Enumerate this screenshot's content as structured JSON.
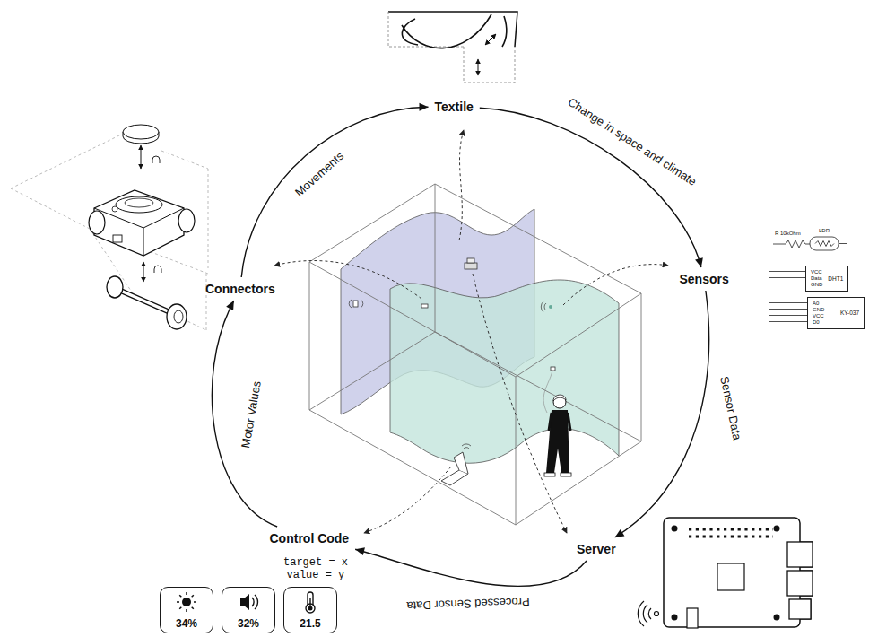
{
  "diagram": {
    "nodes": [
      {
        "text": [
          "Textile"
        ]
      },
      {
        "text": [
          "Sensors"
        ]
      },
      {
        "text": [
          "Server"
        ]
      },
      {
        "text": [
          "Control Code"
        ]
      },
      {
        "text": [
          "Connectors"
        ]
      },
      {
        "text": [
          "VCC",
          "Data",
          "GND",
          "DHT1"
        ]
      },
      {
        "text": [
          "A0",
          "GND",
          "VCC",
          "D0",
          "KY-037"
        ]
      },
      {
        "text": [
          "34%"
        ]
      },
      {
        "text": [
          "32%"
        ]
      },
      {
        "text": [
          "21.5"
        ]
      }
    ],
    "edges": [
      {
        "from": 0,
        "to": 1,
        "arrow": "to",
        "label": "Change in space and climate"
      },
      {
        "from": 1,
        "to": 2,
        "arrow": "to",
        "label": "Sensor Data"
      },
      {
        "from": 2,
        "to": 3,
        "arrow": "to",
        "label": "Processed Sensor Data"
      },
      {
        "from": 3,
        "to": 4,
        "arrow": "to",
        "label": "Motor Values"
      },
      {
        "from": 4,
        "to": 0,
        "arrow": "to",
        "label": "Movements"
      }
    ],
    "labels": [
      "R 10kOhm",
      "LDR",
      "target = x",
      "value = y"
    ]
  }
}
